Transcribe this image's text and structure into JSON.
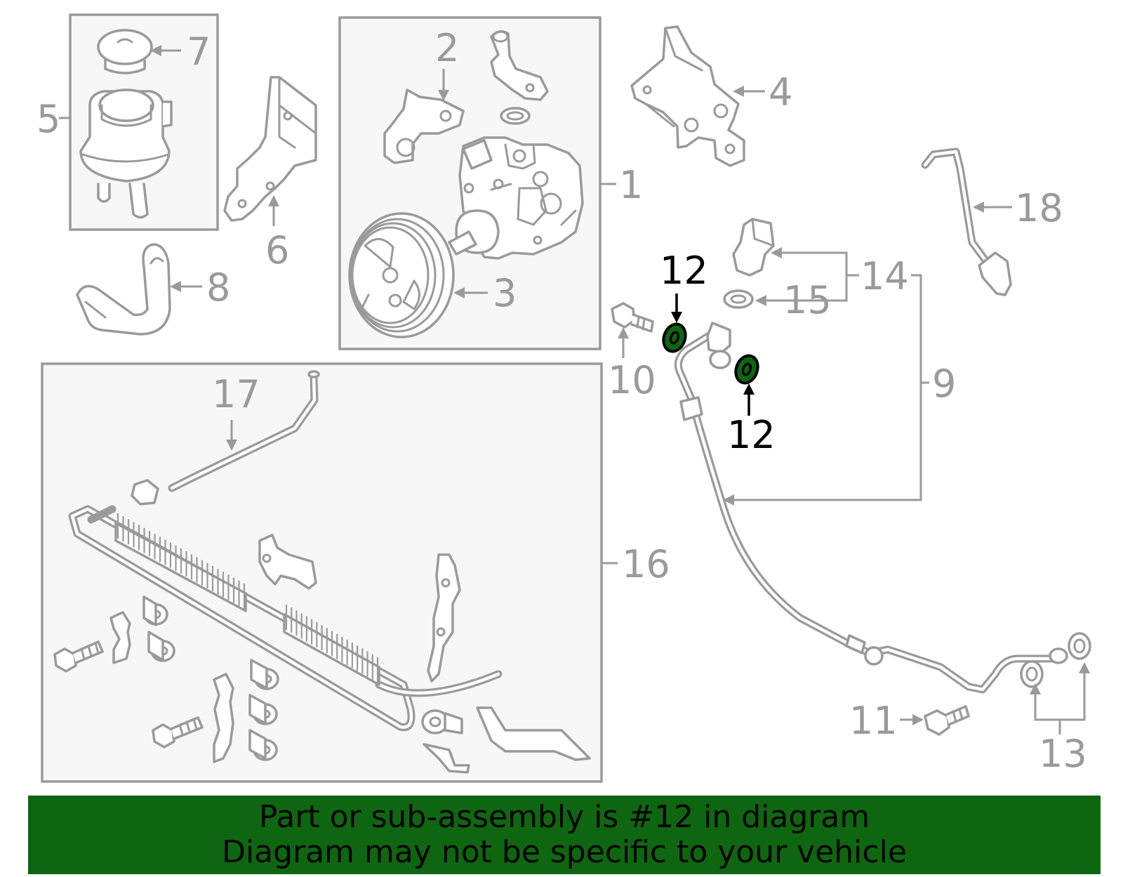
{
  "callouts": {
    "c1": "1",
    "c2": "2",
    "c3": "3",
    "c4": "4",
    "c5": "5",
    "c6": "6",
    "c7": "7",
    "c8": "8",
    "c9": "9",
    "c10": "10",
    "c11": "11",
    "c12a": "12",
    "c12b": "12",
    "c13": "13",
    "c14": "14",
    "c15": "15",
    "c16": "16",
    "c17": "17",
    "c18": "18"
  },
  "highlight": {
    "part_number": "12",
    "color": "#0f6610"
  },
  "banner": {
    "line1": "Part or sub-assembly is #12 in diagram",
    "line2": "Diagram may not be specific to your vehicle",
    "background": "#0f6610"
  }
}
